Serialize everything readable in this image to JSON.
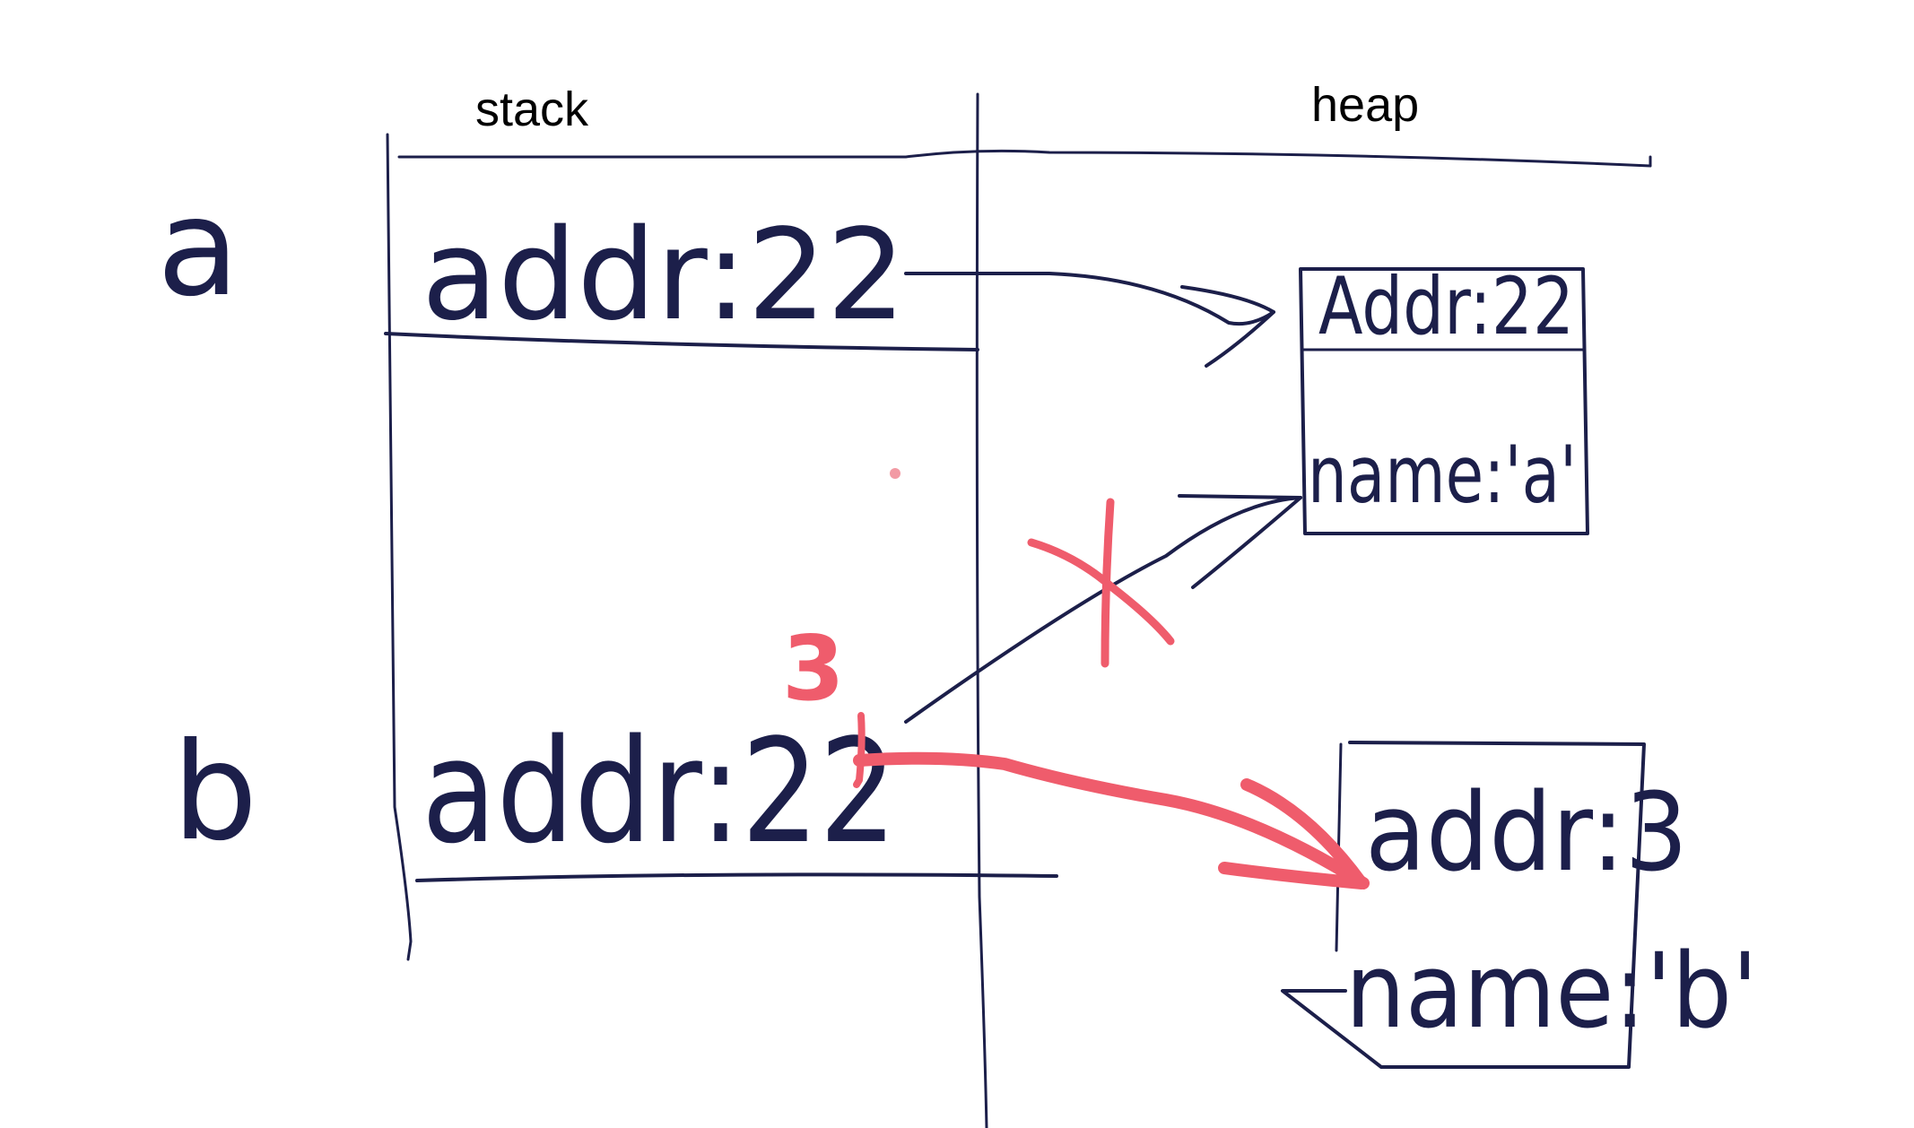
{
  "columns": {
    "stack_label": "stack",
    "heap_label": "heap"
  },
  "stack": {
    "var_a": {
      "name": "a",
      "value": "addr:22"
    },
    "var_b": {
      "name": "b",
      "value": "addr:22"
    },
    "b_overwrite": "3"
  },
  "heap": {
    "object_a": {
      "addr": "Addr:22",
      "name": "name:'a'"
    },
    "object_b": {
      "addr": "addr:3",
      "name": "name:'b'"
    }
  },
  "colors": {
    "ink": "#1c1f4a",
    "correction": "#ef5c6c",
    "typed_text": "#000000"
  }
}
